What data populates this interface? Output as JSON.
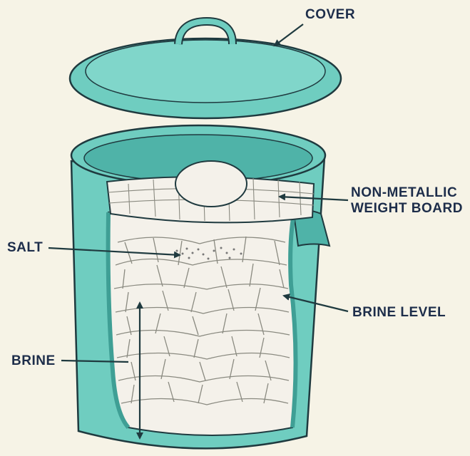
{
  "labels": {
    "cover": "COVER",
    "weight_board": [
      "NON-METALLIC",
      "WEIGHT BOARD"
    ],
    "salt": "SALT",
    "brine_level": "BRINE LEVEL",
    "brine": "BRINE"
  },
  "colors": {
    "crock": "#6fcdc0",
    "crock_dark": "#3f9f95",
    "outline": "#1f3a3f",
    "label_text": "#1d2d4a",
    "contents": "#f4f1ea"
  }
}
